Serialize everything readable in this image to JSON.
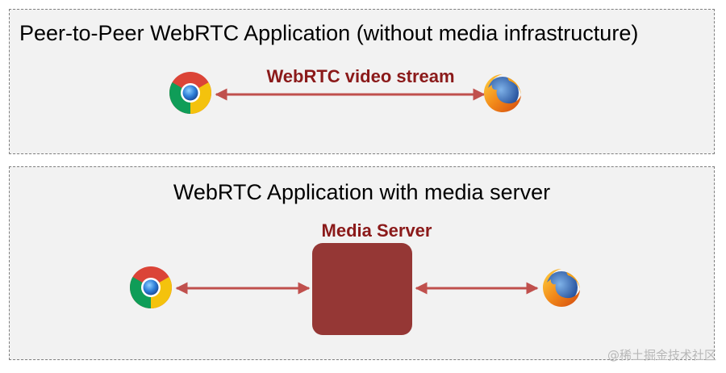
{
  "top_panel": {
    "title": "Peer-to-Peer WebRTC Application (without media infrastructure)",
    "connection_label": "WebRTC video stream",
    "left_icon": "chrome-browser-icon",
    "right_icon": "firefox-browser-icon"
  },
  "bottom_panel": {
    "title": "WebRTC Application with media server",
    "server_label": "Media Server",
    "left_icon": "chrome-browser-icon",
    "right_icon": "firefox-browser-icon"
  },
  "watermark": "@稀土掘金技术社区",
  "colors": {
    "arrow": "#c0504d",
    "label_text": "#8b1a1a",
    "server_box": "#953735",
    "panel_background": "#f2f2f2",
    "panel_border": "#7f7f7f"
  }
}
